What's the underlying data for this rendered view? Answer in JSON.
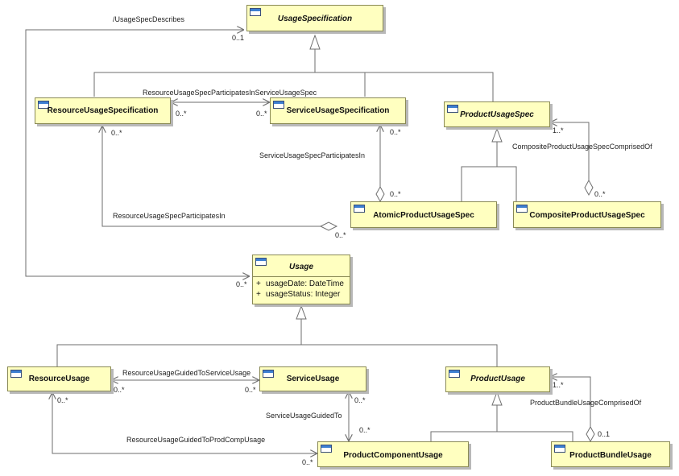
{
  "classes": {
    "usage_specification": {
      "name": "UsageSpecification"
    },
    "resource_usage_specification": {
      "name": "ResourceUsageSpecification"
    },
    "service_usage_specification": {
      "name": "ServiceUsageSpecification"
    },
    "product_usage_spec": {
      "name": "ProductUsageSpec"
    },
    "atomic_product_usage_spec": {
      "name": "AtomicProductUsageSpec"
    },
    "composite_product_usage_spec": {
      "name": "CompositeProductUsageSpec"
    },
    "usage": {
      "name": "Usage",
      "attributes": [
        {
          "visibility": "+",
          "text": "usageDate: DateTime"
        },
        {
          "visibility": "+",
          "text": "usageStatus: Integer"
        }
      ]
    },
    "resource_usage": {
      "name": "ResourceUsage"
    },
    "service_usage": {
      "name": "ServiceUsage"
    },
    "product_usage": {
      "name": "ProductUsage"
    },
    "product_component_usage": {
      "name": "ProductComponentUsage"
    },
    "product_bundle_usage": {
      "name": "ProductBundleUsage"
    }
  },
  "associations": {
    "usage_spec_describes": {
      "name": "/UsageSpecDescribes",
      "mult_spec": "0..1",
      "mult_usage": "0..*"
    },
    "resource_usage_spec_participates_in_service_usage_spec": {
      "name": "ResourceUsageSpecParticipatesInServiceUsageSpec",
      "mult_left": "0..*",
      "mult_right": "0..*"
    },
    "service_usage_spec_participates_in": {
      "name": "ServiceUsageSpecParticipatesIn",
      "mult_top": "0..*",
      "mult_bottom": "0..*"
    },
    "resource_usage_spec_participates_in": {
      "name": "ResourceUsageSpecParticipatesIn",
      "mult_left": "0..*",
      "mult_right": "0..*"
    },
    "composite_product_usage_spec_comprised_of": {
      "name": "CompositeProductUsageSpecComprisedOf",
      "mult_top": "1..*",
      "mult_bottom": "0..*"
    },
    "resource_usage_guided_to_service_usage": {
      "name": "ResourceUsageGuidedToServiceUsage",
      "mult_left": "0..*",
      "mult_right": "0..*"
    },
    "service_usage_guided_to": {
      "name": "ServiceUsageGuidedTo",
      "mult_top": "0..*",
      "mult_bottom": "0..*"
    },
    "resource_usage_guided_to_prod_comp_usage": {
      "name": "ResourceUsageGuidedToProdCompUsage",
      "mult_left": "0..*",
      "mult_right": "0..*"
    },
    "product_bundle_usage_comprised_of": {
      "name": "ProductBundleUsageComprisedOf",
      "mult_top": "1..*",
      "mult_bottom": "0..1"
    }
  },
  "colors": {
    "class_fill": "#ffffc0",
    "class_border": "#8a8a55",
    "line": "#6e6e6e",
    "icon_blue": "#3d7fd1"
  }
}
